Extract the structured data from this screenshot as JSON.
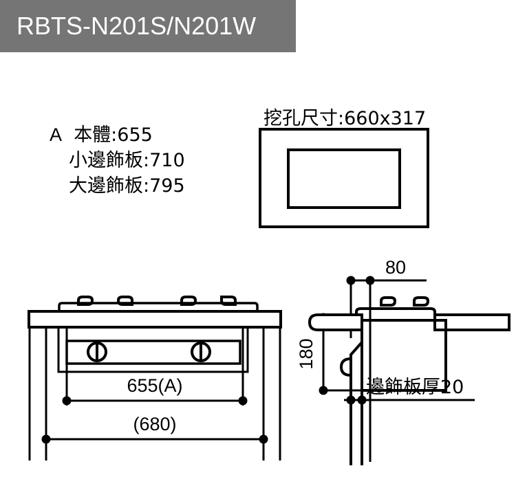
{
  "header": {
    "title": "RBTS-N201S/N201W",
    "background_color": "#757575",
    "text_color": "#ffffff"
  },
  "spec": {
    "code": "A",
    "lines": [
      "本體:655",
      "小邊飾板:710",
      "大邊飾板:795"
    ],
    "body_label": "本體:655",
    "small_trim_label": "小邊飾板:710",
    "large_trim_label": "大邊飾板:795"
  },
  "cutout": {
    "label": "挖孔尺寸:660x317"
  },
  "front_view": {
    "dim_inner": "655(A)",
    "dim_outer": "(680)"
  },
  "side_view": {
    "dim_depth": "80",
    "dim_height": "180",
    "trim_thickness_label": "邊飾板厚20"
  },
  "colors": {
    "line": "#000000",
    "banner": "#757575",
    "page": "#ffffff"
  }
}
